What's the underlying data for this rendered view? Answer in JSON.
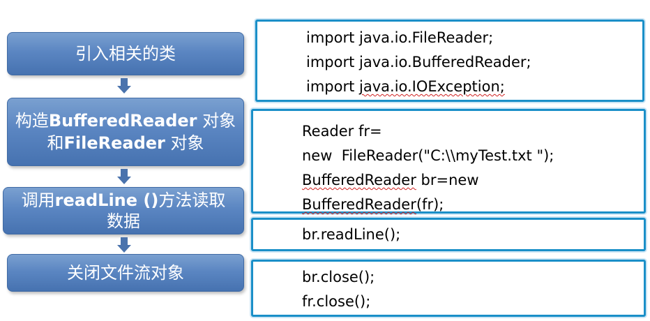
{
  "steps": [
    {
      "pre": "引入相关的类",
      "bold": "",
      "post": ""
    },
    {
      "pre": "构造",
      "bold": "BufferedReader",
      "post": " 对象",
      "pre2": "和",
      "bold2": "FileReader",
      "post2": " 对象"
    },
    {
      "pre": "调用",
      "bold": "readLine ()",
      "post": "方法读取",
      "pre2": "数据"
    },
    {
      "pre": "关闭文件流对象"
    }
  ],
  "code_blocks": [
    {
      "lines": [
        "import java.io.FileReader;",
        "import java.io.BufferedReader;",
        "import java.io.IOException;"
      ]
    },
    {
      "lines": [
        "Reader fr=",
        "new  FileReader(\"C:\\\\myTest.txt \");",
        "BufferedReader br=new",
        "BufferedReader(fr);"
      ]
    },
    {
      "lines": [
        "br.readLine();"
      ]
    },
    {
      "lines": [
        "br.close();",
        "fr.close();"
      ]
    }
  ],
  "colors": {
    "step_fill": "#5b86c2",
    "arrow": "#4a73ad",
    "code_border": "#1a8fc8"
  }
}
